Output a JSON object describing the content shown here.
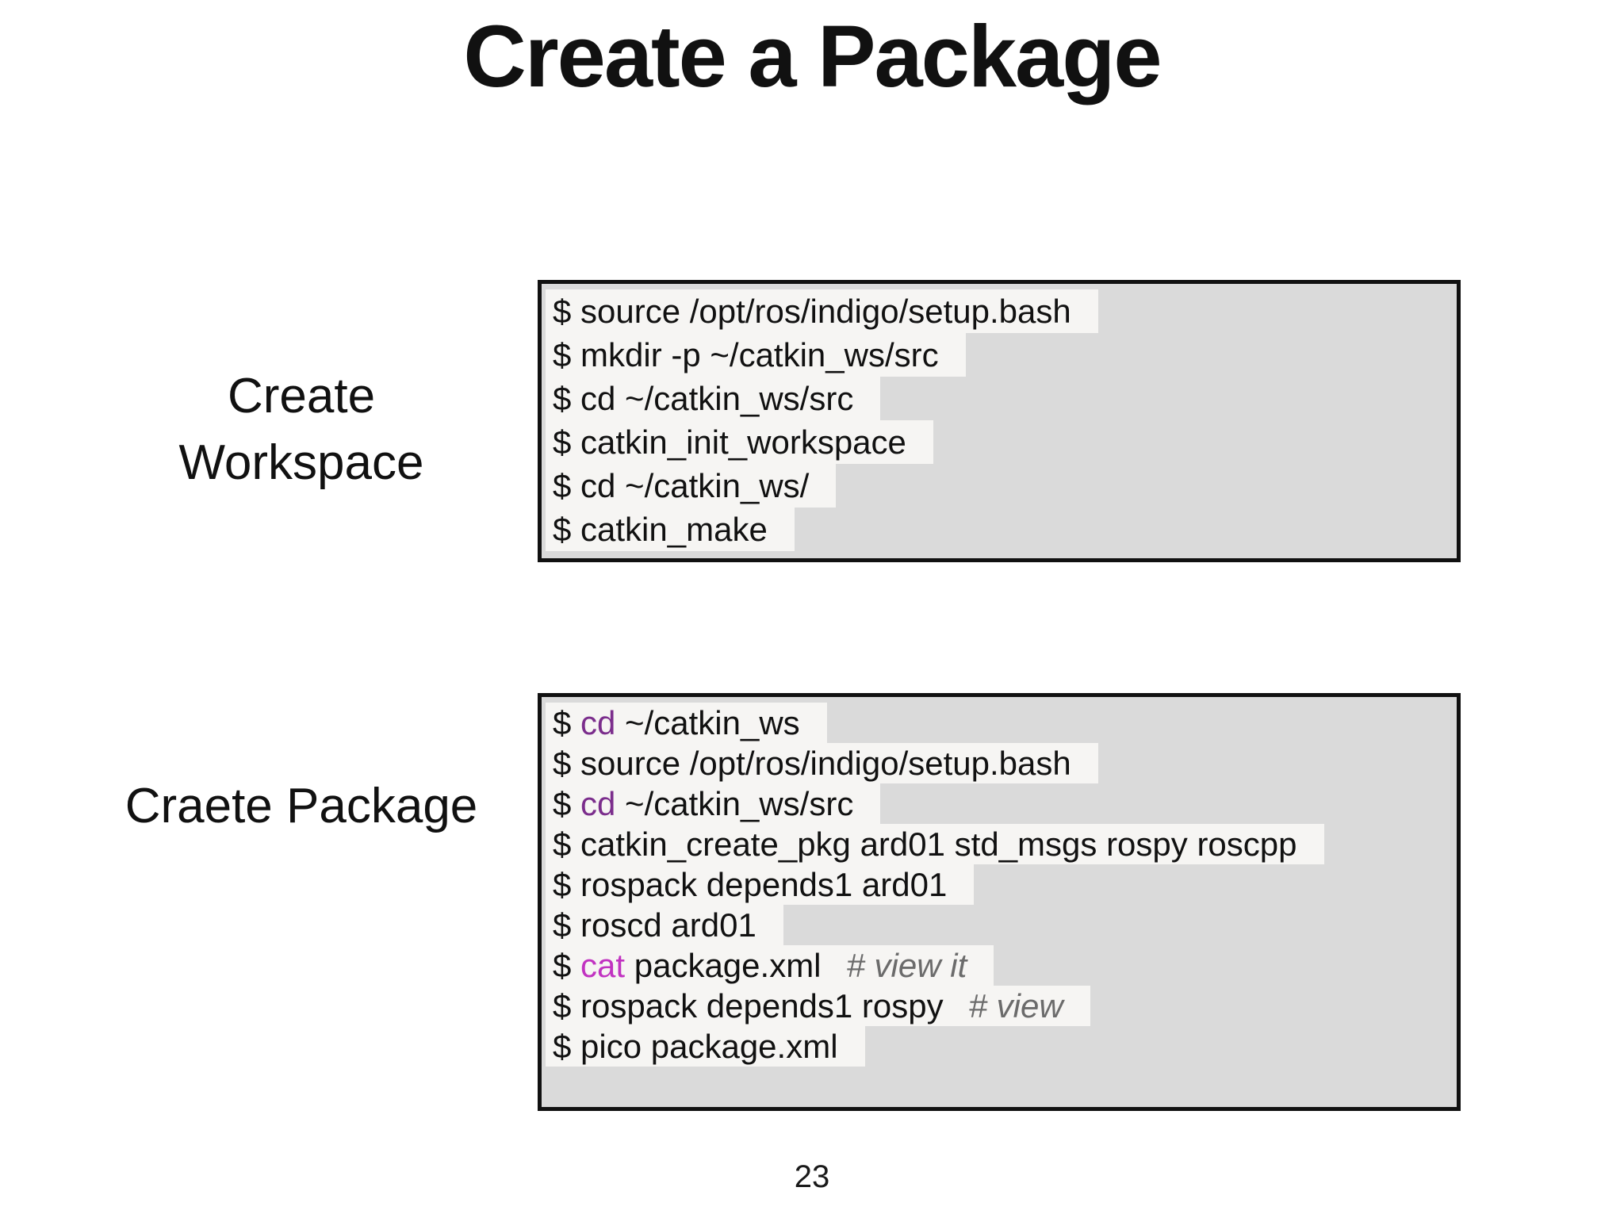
{
  "slide": {
    "title": "Create a Package",
    "page_number": "23"
  },
  "colors": {
    "text": "#111111",
    "command_purple": "#7b2d8c",
    "command_magenta": "#c133c1",
    "comment_gray": "#6b6b6b",
    "box_background": "#dadada",
    "line_highlight": "#f6f5f3",
    "box_border": "#111111"
  },
  "sections": [
    {
      "label": "Create Workspace",
      "lines": [
        [
          {
            "t": "$ source /opt/ros/indigo/setup.bash",
            "s": "plain"
          }
        ],
        [
          {
            "t": "$ mkdir -p ~/catkin_ws/src",
            "s": "plain"
          }
        ],
        [
          {
            "t": "$ cd ~/catkin_ws/src",
            "s": "plain"
          }
        ],
        [
          {
            "t": "$ catkin_init_workspace",
            "s": "plain"
          }
        ],
        [
          {
            "t": "$ cd ~/catkin_ws/",
            "s": "plain"
          }
        ],
        [
          {
            "t": "$ catkin_make",
            "s": "plain"
          }
        ]
      ]
    },
    {
      "label": "Craete Package",
      "lines": [
        [
          {
            "t": "$ ",
            "s": "plain"
          },
          {
            "t": "cd",
            "s": "purple"
          },
          {
            "t": " ~/catkin_ws",
            "s": "plain"
          }
        ],
        [
          {
            "t": "$ source /opt/ros/indigo/setup.bash",
            "s": "plain"
          }
        ],
        [
          {
            "t": "$ ",
            "s": "plain"
          },
          {
            "t": "cd",
            "s": "purple"
          },
          {
            "t": " ~/catkin_ws/src",
            "s": "plain"
          }
        ],
        [
          {
            "t": "$ catkin_create_pkg ard01 std_msgs rospy roscpp",
            "s": "plain"
          }
        ],
        [
          {
            "t": "$ rospack depends1 ard01",
            "s": "plain"
          }
        ],
        [
          {
            "t": "$ roscd ard01",
            "s": "plain"
          }
        ],
        [
          {
            "t": "$ ",
            "s": "plain"
          },
          {
            "t": "cat",
            "s": "magenta"
          },
          {
            "t": " package.xml",
            "s": "plain"
          },
          {
            "t": "# view it",
            "s": "comment"
          }
        ],
        [
          {
            "t": "$ rospack depends1 rospy",
            "s": "plain"
          },
          {
            "t": "# view",
            "s": "comment"
          }
        ],
        [
          {
            "t": "$ pico package.xml",
            "s": "plain"
          }
        ]
      ]
    }
  ]
}
